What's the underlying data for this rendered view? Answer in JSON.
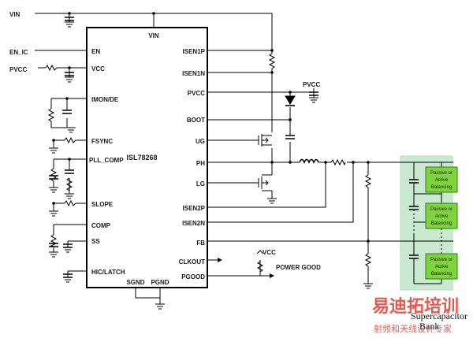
{
  "diagram": {
    "chip_name": "ISL78268",
    "left_pins": [
      "EN",
      "VCC",
      "IMON/DE",
      "FSYNC",
      "PLL_COMP",
      "SLOPE",
      "COMP",
      "SS",
      "HIC/LATCH"
    ],
    "right_pins": [
      "ISEN1P",
      "ISEN1N",
      "PVCC",
      "BOOT",
      "UG",
      "PH",
      "LG",
      "ISEN2P",
      "ISEN2N",
      "FB",
      "CLKOUT",
      "PGOOD"
    ],
    "top_pin": "VIN",
    "bottom_pins": [
      "SGND",
      "PGND"
    ],
    "external_labels": {
      "vin": "VIN",
      "en_ic": "EN_IC",
      "pvcc_left": "PVCC",
      "pvcc_right": "PVCC",
      "vcc": "VCC",
      "power_good": "POWER GOOD"
    },
    "balancing_label_lines": [
      "Passive or",
      "Active",
      "Balancing"
    ],
    "bank_label_lines": [
      "Supercapacitor",
      "Bank"
    ],
    "bank_color": "#c9ead0",
    "balancing_color": "#7fd43b",
    "watermark": {
      "main": "易迪拓培训",
      "sub": "射频和天线设计专家",
      "color": "#e63a2e"
    }
  }
}
